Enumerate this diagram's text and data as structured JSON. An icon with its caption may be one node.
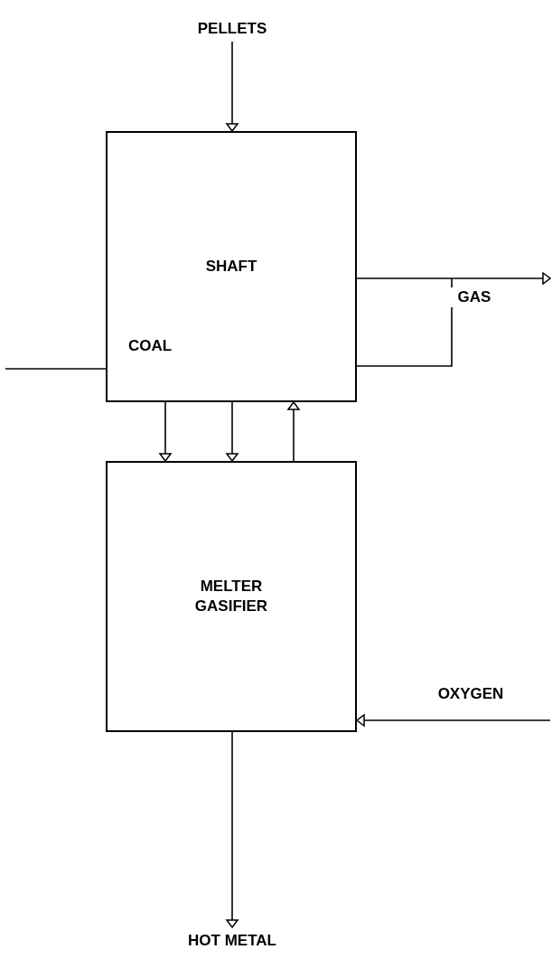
{
  "diagram": {
    "nodes": [
      {
        "text": [
          "PELLETS"
        ]
      },
      {
        "text": [
          "SHAFT"
        ]
      },
      {
        "text": [
          "MELTER GASIFIER"
        ]
      },
      {
        "text": [
          "HOT METAL"
        ]
      }
    ],
    "edges": [
      {
        "from": 0,
        "to": 1,
        "arrow": "to"
      },
      {
        "from": 1,
        "to": null,
        "arrow": "to",
        "label": "GAS"
      },
      {
        "from": 1,
        "to": 2,
        "arrow": "to"
      },
      {
        "from": null,
        "to": 1,
        "arrow": "to"
      },
      {
        "from": 2,
        "to": 1,
        "arrow": "to"
      },
      {
        "from": null,
        "to": 2,
        "arrow": "to",
        "label": "COAL"
      },
      {
        "from": null,
        "to": 2,
        "arrow": "to",
        "label": "OXYGEN"
      },
      {
        "from": 2,
        "to": 3,
        "arrow": "to"
      }
    ]
  }
}
